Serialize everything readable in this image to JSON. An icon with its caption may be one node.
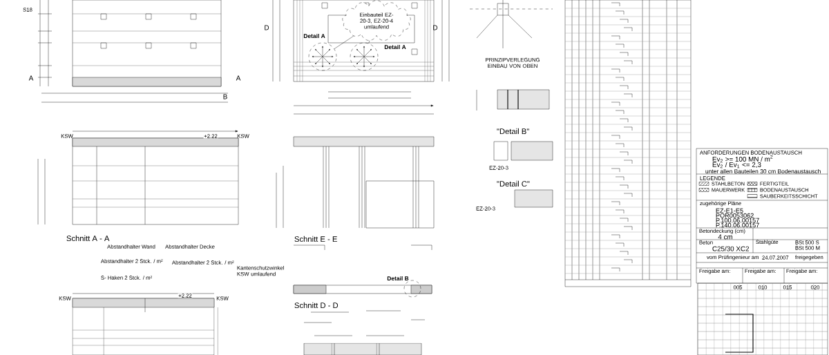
{
  "diagram": {
    "nodes": [
      {
        "text": [
          "Einbauteil EZ-20-3, EZ-20-4 umlaufend"
        ]
      },
      {
        "text": [
          "Detail A"
        ]
      },
      {
        "text": [
          "Detail A"
        ]
      },
      {
        "text": [
          "Detail B"
        ]
      }
    ],
    "edges": [
      {
        "from": 0,
        "to": 1,
        "arrow": "none"
      },
      {
        "from": 0,
        "to": 2,
        "arrow": "none"
      }
    ],
    "labels": [
      "S18",
      "A",
      "A",
      "B",
      "D",
      "D",
      "Schnitt A - A",
      "Abstandhalter Wand",
      "Abstandhalter Decke",
      "Abstandhalter 2 Stck. / m²",
      "S- Haken 2 Stck. / m²",
      "Abstandhalter 2 Stck. / m²",
      "Kantenschutzwinkel KSW umlaufend",
      "KSW",
      "+2.22",
      "KSW",
      "Schnitt E - E",
      "Schnitt D - D",
      "PRINZIPVERLEGUNG EINBAU VON OBEN",
      "\"Detail B\"",
      "EZ-20-3",
      "\"Detail C\"",
      "EZ-20-3",
      "KSW",
      "+2.22",
      "KSW",
      "ANFORDERUNGEN BODENAUSTAUSCH",
      "Ev$_{2}$ >= 100 MN / m$^{2}$",
      "Ev$_{2}$ / Ev$_{1}$ <= 2,3",
      "unter allen Bauteilen 30 cm Bodenaustausch",
      "LEGENDE",
      "zugehörige Pläne",
      "EZ-E1-E5",
      "POR0053062",
      "P.100.06.00157",
      "P.140.06.00157",
      "Betondeckung (cm)",
      "4 cm",
      "Beton",
      "C25/30 XC2",
      "Stahlgüte",
      "BSt 500 S",
      "BSt 500 M",
      "vom Prüfingenieur am",
      "24.07.2007",
      "freigegeben",
      "Freigabe am:",
      "Freigabe am:",
      "Freigabe am:",
      "005",
      "010",
      "015",
      "020"
    ],
    "legend": [
      {
        "text": "STAHLBETON"
      },
      {
        "text": "MAUERWERK"
      },
      {
        "text": "FERTIGTEIL"
      },
      {
        "text": "BODENAUSTAUSCH"
      },
      {
        "text": "SAUBERKEITSSCHICHT"
      }
    ]
  }
}
